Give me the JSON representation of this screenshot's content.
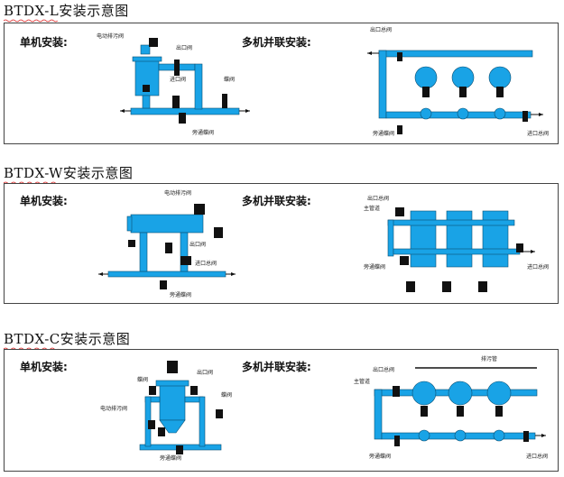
{
  "sections": [
    {
      "title": "BTDX-L安装示意图",
      "single_label": "单机安装:",
      "multi_label": "多机并联安装:",
      "single_callouts": [
        "电动排污阀",
        "出口阀",
        "进口阀",
        "蝶阀",
        "旁通蝶阀"
      ],
      "multi_callouts": [
        "出口总阀",
        "旁通蝶阀",
        "进口总阀"
      ]
    },
    {
      "title": "BTDX-W安装示意图",
      "single_label": "单机安装:",
      "multi_label": "多机并联安装:",
      "single_callouts": [
        "电动排污阀",
        "出口阀",
        "进口总阀",
        "旁通蝶阀"
      ],
      "multi_callouts": [
        "出口总阀",
        "主管道",
        "旁通蝶阀",
        "进口总阀"
      ]
    },
    {
      "title": "BTDX-C安装示意图",
      "single_label": "单机安装:",
      "multi_label": "多机并联安装:",
      "single_callouts": [
        "蝶阀",
        "出口阀",
        "电动排污阀",
        "蝶阀",
        "旁通蝶阀"
      ],
      "multi_callouts": [
        "出口总阀",
        "排污管",
        "主管道",
        "旁通蝶阀",
        "进口总阀"
      ]
    }
  ],
  "colors": {
    "pipe": "#19a3e6",
    "valve": "#1a1a1a",
    "outline": "#0b4f73"
  }
}
